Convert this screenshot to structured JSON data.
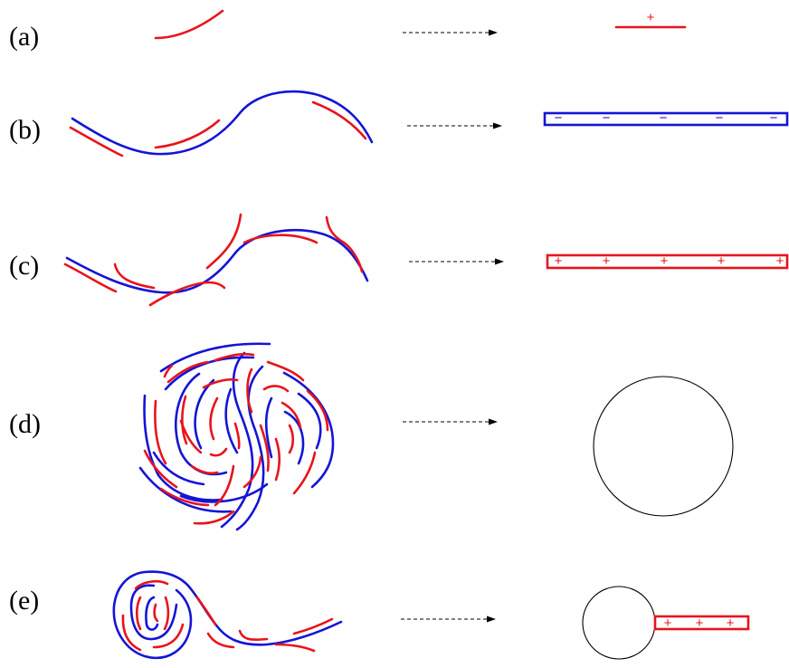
{
  "rows": [
    {
      "id": "a",
      "label": "(a)",
      "result_signs": [
        "+"
      ]
    },
    {
      "id": "b",
      "label": "(b)",
      "result_signs": [
        "−",
        "−",
        "−",
        "−",
        "−"
      ]
    },
    {
      "id": "c",
      "label": "(c)",
      "result_signs": [
        "+",
        "+",
        "+",
        "+",
        "+"
      ]
    },
    {
      "id": "d",
      "label": "(d)",
      "result_signs": []
    },
    {
      "id": "e",
      "label": "(e)",
      "result_signs": [
        "+",
        "+",
        "+"
      ]
    }
  ],
  "colors": {
    "positive": "#e8141b",
    "negative": "#1414d6",
    "neutral": "#000000"
  }
}
